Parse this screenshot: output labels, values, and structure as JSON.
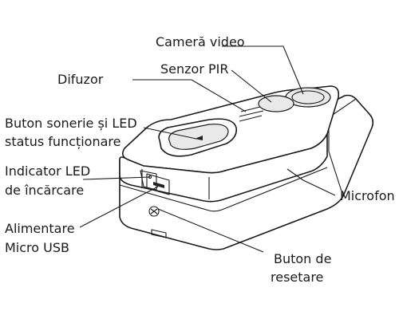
{
  "labels": {
    "camera": "Cameră video",
    "pir": "Senzor PIR",
    "speaker": "Difuzor",
    "button_line1": "Buton sonerie și LED",
    "button_line2": "status funcționare",
    "charge_line1": "Indicator LED",
    "charge_line2": "de încărcare",
    "microphone": "Microfon",
    "power_line1": "Alimentare",
    "power_line2": "Micro USB",
    "reset_line1": "Buton de",
    "reset_line2": "resetare"
  }
}
